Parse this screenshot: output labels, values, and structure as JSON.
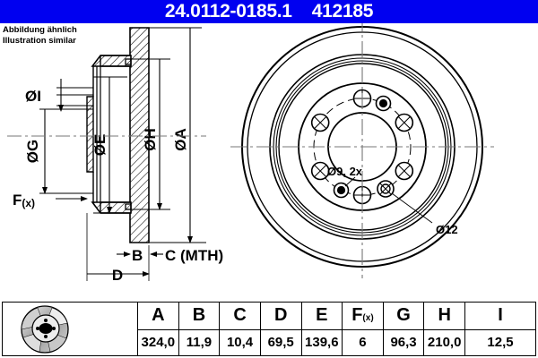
{
  "titlebar": {
    "part_number": "24.0112-0185.1",
    "article_number": "412185",
    "combined": "24.0112-0185.1    412185",
    "bg_color": "#0000f0",
    "text_color": "#ffffff"
  },
  "note": {
    "line_de": "Abbildung ähnlich",
    "line_en": "Illustration similar"
  },
  "section_view": {
    "labels": {
      "dia_i": "ØI",
      "dia_g": "ØG",
      "dia_e": "ØE",
      "dia_h": "ØH",
      "dia_a": "ØA",
      "f_x": "F(x)",
      "b": "B",
      "c": "C (MTH)",
      "d": "D"
    }
  },
  "front_view": {
    "annotations": {
      "hole_small": "Ø9, 2x",
      "hole_large": "Ø12"
    }
  },
  "table": {
    "headers": [
      "A",
      "B",
      "C",
      "D",
      "E",
      "F(x)",
      "G",
      "H",
      "I"
    ],
    "fx_base": "F",
    "fx_sub": "(x)",
    "values": [
      "324,0",
      "11,9",
      "10,4",
      "69,5",
      "139,6",
      "6",
      "96,3",
      "210,0",
      "12,5"
    ],
    "thumbnail_name": "brake-disc-photo"
  }
}
